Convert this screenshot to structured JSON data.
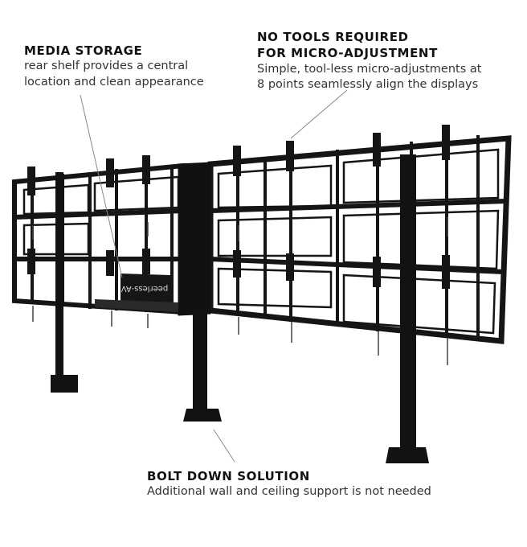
{
  "callouts": {
    "media_storage": {
      "title": "MEDIA STORAGE",
      "desc_line1": "rear shelf provides a central",
      "desc_line2": "location and clean appearance"
    },
    "micro_adjust": {
      "title_line1": "NO TOOLS REQUIRED",
      "title_line2": "FOR MICRO-ADJUSTMENT",
      "desc_line1": "Simple, tool-less micro-adjustments at",
      "desc_line2": "8 points seamlessly align the displays"
    },
    "bolt_down": {
      "title": "BOLT DOWN SOLUTION",
      "desc": "Additional wall and ceiling support is not needed"
    }
  },
  "product": {
    "shelf_logo": "peerless-AV"
  },
  "colors": {
    "frame": "#151515",
    "leader_line": "#888888",
    "text_dark": "#111111"
  }
}
